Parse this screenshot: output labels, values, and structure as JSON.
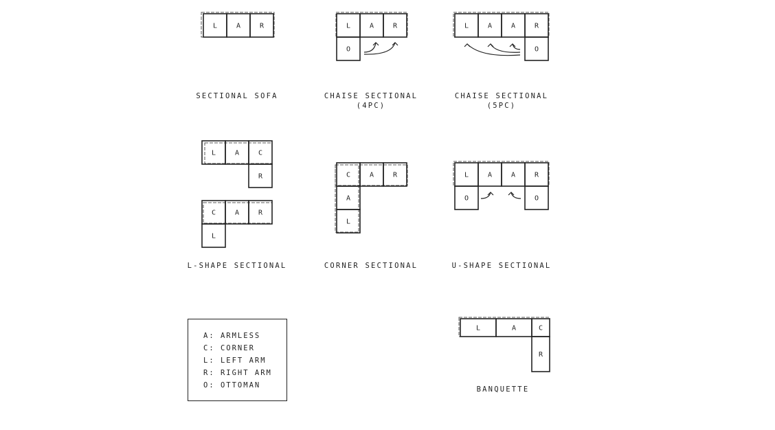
{
  "diagrams": [
    {
      "title": [
        "SECTIONAL SOFA"
      ],
      "cells": [
        "L",
        "A",
        "R"
      ]
    },
    {
      "title": [
        "CHAISE SECTIONAL",
        "(4PC)"
      ],
      "cells": [
        "L",
        "A",
        "R",
        "O"
      ]
    },
    {
      "title": [
        "CHAISE SECTIONAL",
        "(5PC)"
      ],
      "cells": [
        "L",
        "A",
        "A",
        "R",
        "O"
      ]
    },
    {
      "title": [
        "L-SHAPE SECTIONAL"
      ],
      "cells": [
        "L",
        "A",
        "C",
        "R",
        "C",
        "A",
        "R",
        "L"
      ]
    },
    {
      "title": [
        "CORNER SECTIONAL"
      ],
      "cells": [
        "C",
        "A",
        "R",
        "A",
        "L"
      ]
    },
    {
      "title": [
        "U-SHAPE SECTIONAL"
      ],
      "cells": [
        "L",
        "A",
        "A",
        "R",
        "O",
        "O"
      ]
    },
    {
      "title": [
        "BANQUETTE"
      ],
      "cells": [
        "L",
        "A",
        "C",
        "R"
      ]
    }
  ],
  "legend": [
    "A: ARMLESS",
    "C: CORNER",
    "L: LEFT ARM",
    "R: RIGHT ARM",
    "O: OTTOMAN"
  ]
}
